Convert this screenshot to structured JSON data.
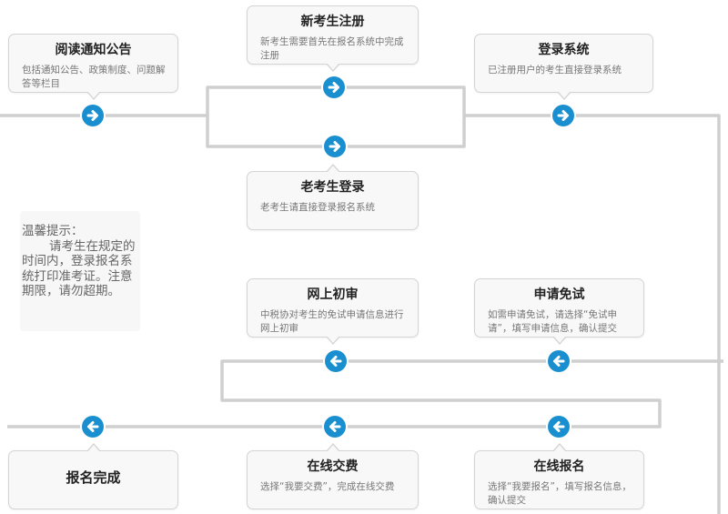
{
  "colors": {
    "line": "#cfcfcf",
    "node": "#1a8fd0",
    "box_bg": "#f8f8f8",
    "box_border": "#d4d4d4"
  },
  "steps": {
    "read_notice": {
      "title": "阅读通知公告",
      "desc": "包括通知公告、政策制度、问题解答等栏目"
    },
    "new_register": {
      "title": "新考生注册",
      "desc": "新考生需要首先在报名系统中完成注册"
    },
    "login": {
      "title": "登录系统",
      "desc": "已注册用户的考生直接登录系统"
    },
    "old_login": {
      "title": "老考生登录",
      "desc": "老考生请直接登录报名系统"
    },
    "online_review": {
      "title": "网上初审",
      "desc": "中税协对考生的免试申请信息进行网上初审"
    },
    "apply_exempt": {
      "title": "申请免试",
      "desc": "如需申请免试，请选择“免试申请”，填写申请信息，确认提交"
    },
    "done": {
      "title": "报名完成"
    },
    "pay_online": {
      "title": "在线交费",
      "desc": "选择“我要交费”，完成在线交费"
    },
    "register_online": {
      "title": "在线报名",
      "desc": "选择“我要报名”，填写报名信息，确认提交"
    }
  },
  "tip": {
    "title": "温馨提示：",
    "body": "请考生在规定的时间内，登录报名系统打印准考证。注意期限，请勿超期。"
  },
  "icons": {
    "next": "arrow-right-icon",
    "prev": "arrow-left-icon"
  }
}
